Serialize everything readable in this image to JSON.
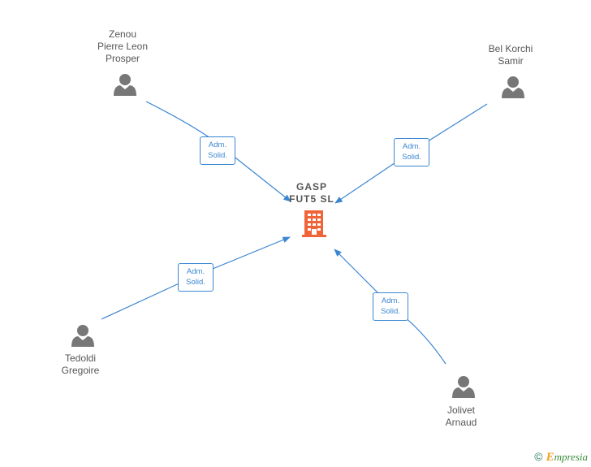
{
  "company": {
    "name_line1": "GASP",
    "name_line2": "FUT5  SL",
    "icon": "building-icon",
    "color": "#f0643a"
  },
  "persons": [
    {
      "id": "zenou",
      "lines": [
        "Zenou",
        "Pierre Leon",
        "Prosper"
      ],
      "icon": "person-icon"
    },
    {
      "id": "bel-korchi",
      "lines": [
        "Bel Korchi",
        "Samir"
      ],
      "icon": "person-icon"
    },
    {
      "id": "tedoldi",
      "lines": [
        "Tedoldi",
        "Gregoire"
      ],
      "icon": "person-icon"
    },
    {
      "id": "jolivet",
      "lines": [
        "Jolivet",
        "Arnaud"
      ],
      "icon": "person-icon"
    }
  ],
  "relations": [
    {
      "from": "zenou",
      "role_line1": "Adm.",
      "role_line2": "Solid."
    },
    {
      "from": "bel-korchi",
      "role_line1": "Adm.",
      "role_line2": "Solid."
    },
    {
      "from": "tedoldi",
      "role_line1": "Adm.",
      "role_line2": "Solid."
    },
    {
      "from": "jolivet",
      "role_line1": "Adm.",
      "role_line2": "Solid."
    }
  ],
  "colors": {
    "edge": "#3b86d1",
    "person": "#777777",
    "text": "#555555"
  },
  "brand": {
    "copyright": "©",
    "initial": "E",
    "rest": "mpresia"
  }
}
